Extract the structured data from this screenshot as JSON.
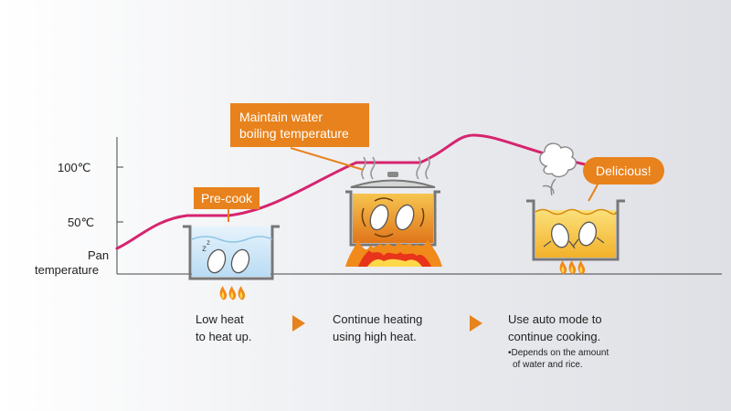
{
  "axis": {
    "tick_100": "100℃",
    "tick_50": "50℃",
    "pan_label_line1": "Pan",
    "pan_label_line2": "temperature"
  },
  "callouts": {
    "precook": "Pre-cook",
    "maintain_line1": "Maintain water",
    "maintain_line2": "boiling temperature",
    "delicious": "Delicious!"
  },
  "steps": [
    {
      "line1": "Low heat",
      "line2": "to heat up."
    },
    {
      "line1": "Continue heating",
      "line2": "using high heat."
    },
    {
      "line1": "Use auto mode to",
      "line2": "continue cooking."
    }
  ],
  "note": {
    "line1": "•Depends on the amount",
    "line2": "of water and rice."
  },
  "colors": {
    "curve": "#d6246e",
    "accent": "#e8821c",
    "water": "#cfe6f7",
    "boiling": "#f0a020"
  },
  "icons": [
    "pot-icon",
    "flame-icon",
    "steam-icon",
    "rice-grain-icon",
    "arrow-right-icon"
  ]
}
